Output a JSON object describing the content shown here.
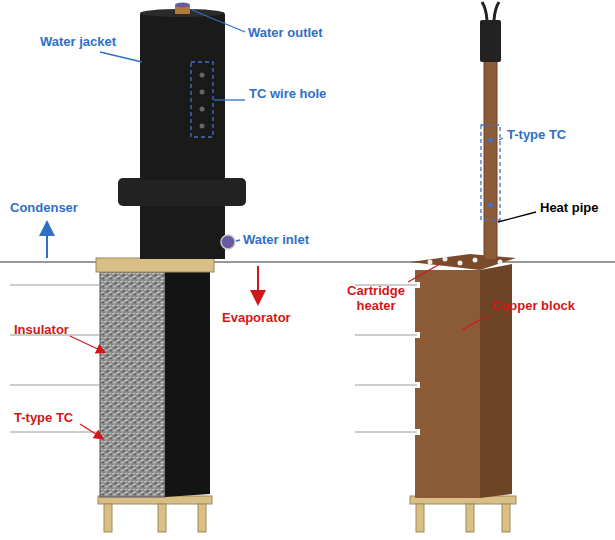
{
  "diagram": {
    "labels": [
      "Water outlet",
      "Water jacket",
      "TC wire hole",
      "Condenser",
      "Water inlet",
      "Evaporator",
      "Insulator",
      "T-type TC",
      "T-type TC",
      "Heat pipe",
      "Cartridge heater",
      "Copper block"
    ]
  }
}
